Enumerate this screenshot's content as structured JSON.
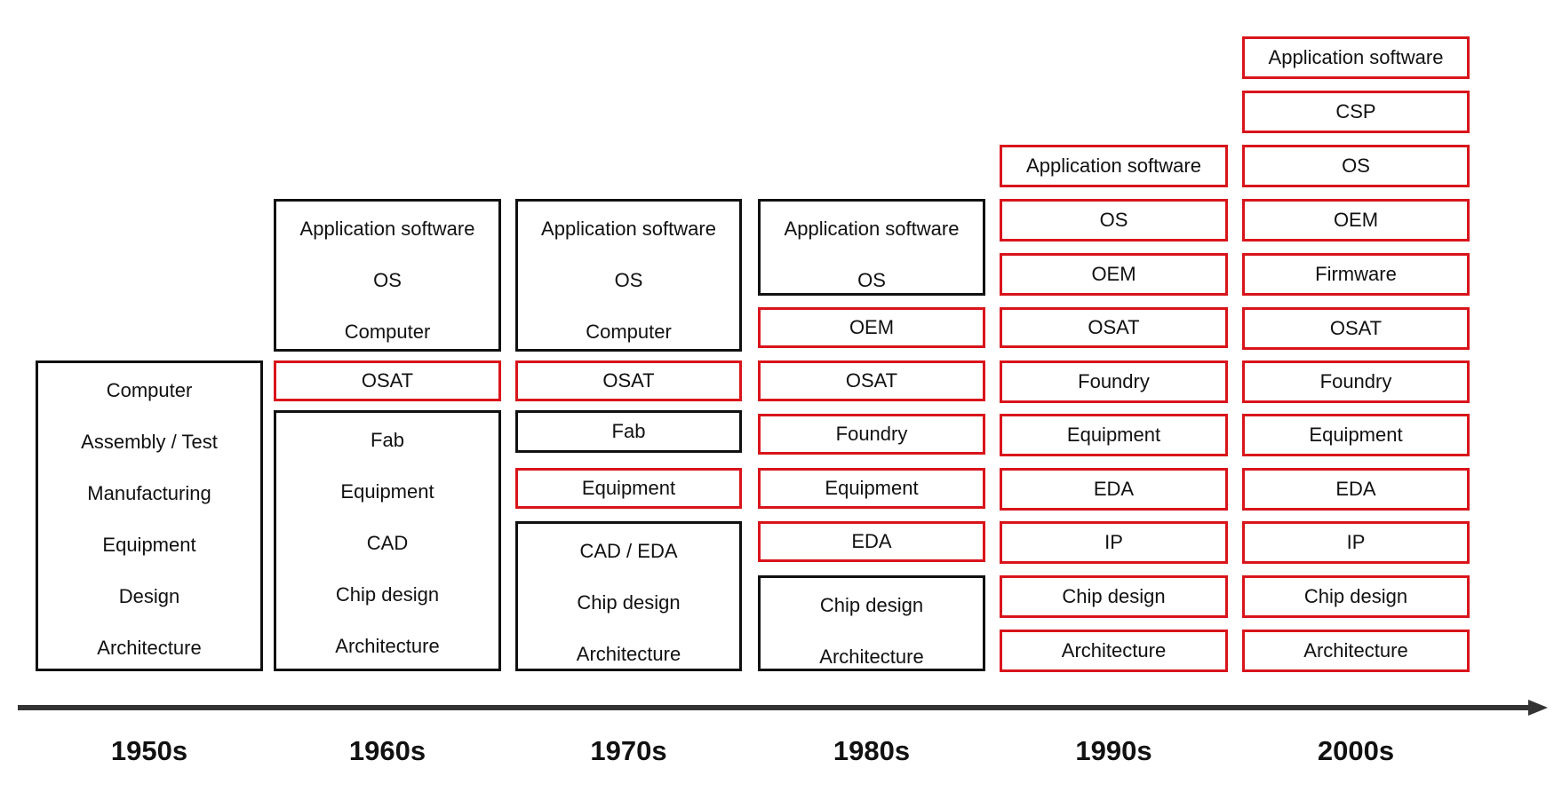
{
  "colors": {
    "traditional": "#111111",
    "specialized": "#d9141b",
    "axis": "#333333"
  },
  "eras": [
    {
      "label": "1950s",
      "blocks": [
        {
          "style": "black",
          "items": [
            "Computer",
            "Assembly / Test",
            "Manufacturing",
            "Equipment",
            "Design",
            "Architecture"
          ]
        }
      ]
    },
    {
      "label": "1960s",
      "blocks": [
        {
          "style": "black",
          "items": [
            "Application software",
            "OS",
            "Computer"
          ]
        },
        {
          "style": "red",
          "items": [
            "OSAT"
          ]
        },
        {
          "style": "black",
          "items": [
            "Fab",
            "Equipment",
            "CAD",
            "Chip design",
            "Architecture"
          ]
        }
      ]
    },
    {
      "label": "1970s",
      "blocks": [
        {
          "style": "black",
          "items": [
            "Application software",
            "OS",
            "Computer"
          ]
        },
        {
          "style": "red",
          "items": [
            "OSAT"
          ]
        },
        {
          "style": "black",
          "items": [
            "Fab"
          ]
        },
        {
          "style": "red",
          "items": [
            "Equipment"
          ]
        },
        {
          "style": "black",
          "items": [
            "CAD / EDA",
            "Chip design",
            "Architecture"
          ]
        }
      ]
    },
    {
      "label": "1980s",
      "blocks": [
        {
          "style": "black",
          "items": [
            "Application software",
            "OS"
          ]
        },
        {
          "style": "red",
          "items": [
            "OEM"
          ]
        },
        {
          "style": "red",
          "items": [
            "OSAT"
          ]
        },
        {
          "style": "red",
          "items": [
            "Foundry"
          ]
        },
        {
          "style": "red",
          "items": [
            "Equipment"
          ]
        },
        {
          "style": "red",
          "items": [
            "EDA"
          ]
        },
        {
          "style": "black",
          "items": [
            "Chip design",
            "Architecture"
          ]
        }
      ]
    },
    {
      "label": "1990s",
      "blocks": [
        {
          "style": "red",
          "items": [
            "Application software"
          ]
        },
        {
          "style": "red",
          "items": [
            "OS"
          ]
        },
        {
          "style": "red",
          "items": [
            "OEM"
          ]
        },
        {
          "style": "red",
          "items": [
            "OSAT"
          ]
        },
        {
          "style": "red",
          "items": [
            "Foundry"
          ]
        },
        {
          "style": "red",
          "items": [
            "Equipment"
          ]
        },
        {
          "style": "red",
          "items": [
            "EDA"
          ]
        },
        {
          "style": "red",
          "items": [
            "IP"
          ]
        },
        {
          "style": "red",
          "items": [
            "Chip design"
          ]
        },
        {
          "style": "red",
          "items": [
            "Architecture"
          ]
        }
      ]
    },
    {
      "label": "2000s",
      "blocks": [
        {
          "style": "red",
          "items": [
            "Application software"
          ]
        },
        {
          "style": "red",
          "items": [
            "CSP"
          ]
        },
        {
          "style": "red",
          "items": [
            "OS"
          ]
        },
        {
          "style": "red",
          "items": [
            "OEM"
          ]
        },
        {
          "style": "red",
          "items": [
            "Firmware"
          ]
        },
        {
          "style": "red",
          "items": [
            "OSAT"
          ]
        },
        {
          "style": "red",
          "items": [
            "Foundry"
          ]
        },
        {
          "style": "red",
          "items": [
            "Equipment"
          ]
        },
        {
          "style": "red",
          "items": [
            "EDA"
          ]
        },
        {
          "style": "red",
          "items": [
            "IP"
          ]
        },
        {
          "style": "red",
          "items": [
            "Chip design"
          ]
        },
        {
          "style": "red",
          "items": [
            "Architecture"
          ]
        }
      ]
    }
  ]
}
